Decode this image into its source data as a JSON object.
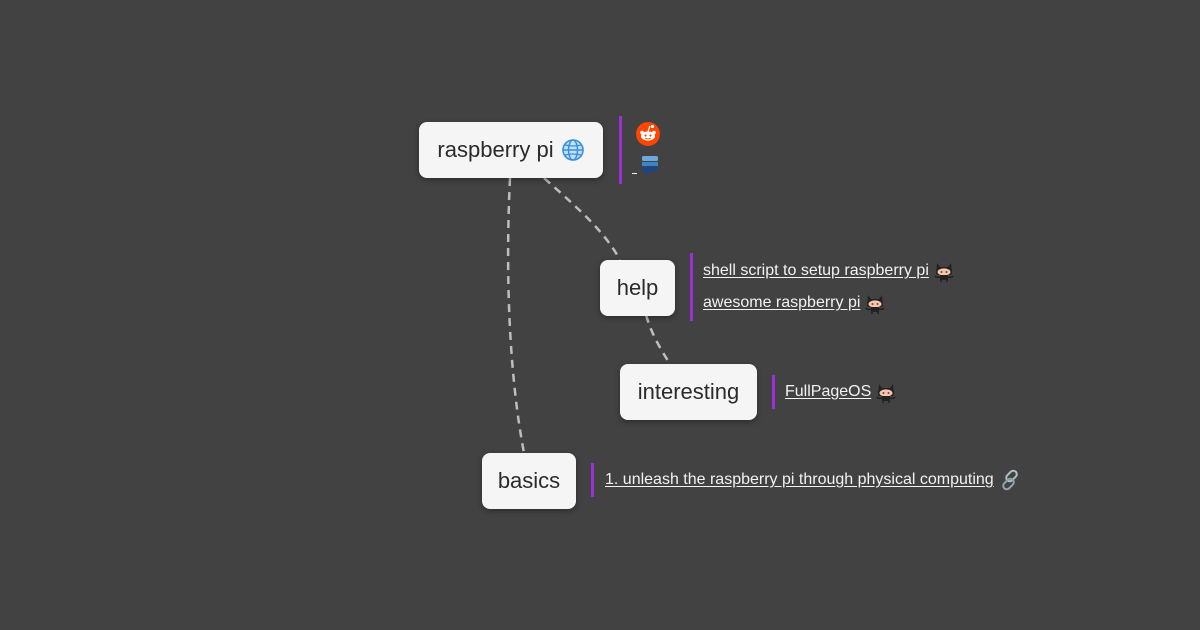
{
  "mindmap": {
    "nodes": [
      {
        "id": "root",
        "label": "raspberry pi",
        "icon": "globe-icon"
      },
      {
        "id": "help",
        "label": "help"
      },
      {
        "id": "interesting",
        "label": "interesting"
      },
      {
        "id": "basics",
        "label": "basics"
      }
    ],
    "edges": [
      {
        "from": "root",
        "to": "help"
      },
      {
        "from": "root",
        "to": "basics"
      },
      {
        "from": "help",
        "to": "interesting"
      }
    ],
    "links": {
      "root": [
        {
          "text": "",
          "icon": "reddit-icon"
        },
        {
          "text": "",
          "icon": "stackexchange-icon"
        }
      ],
      "help": [
        {
          "text": "shell script to setup raspberry pi",
          "icon": "github-octocat-icon"
        },
        {
          "text": "awesome raspberry pi",
          "icon": "github-octocat-icon"
        }
      ],
      "interesting": [
        {
          "text": "FullPageOS",
          "icon": "github-octocat-icon"
        }
      ],
      "basics": [
        {
          "text": "1. unleash the raspberry pi through physical computing",
          "icon": "link-icon"
        }
      ]
    }
  },
  "colors": {
    "background": "#424242",
    "node": "#f5f5f5",
    "edge": "#bdbdbd",
    "link_bar": "#9b30d9",
    "link_text": "#f2f2f2"
  }
}
